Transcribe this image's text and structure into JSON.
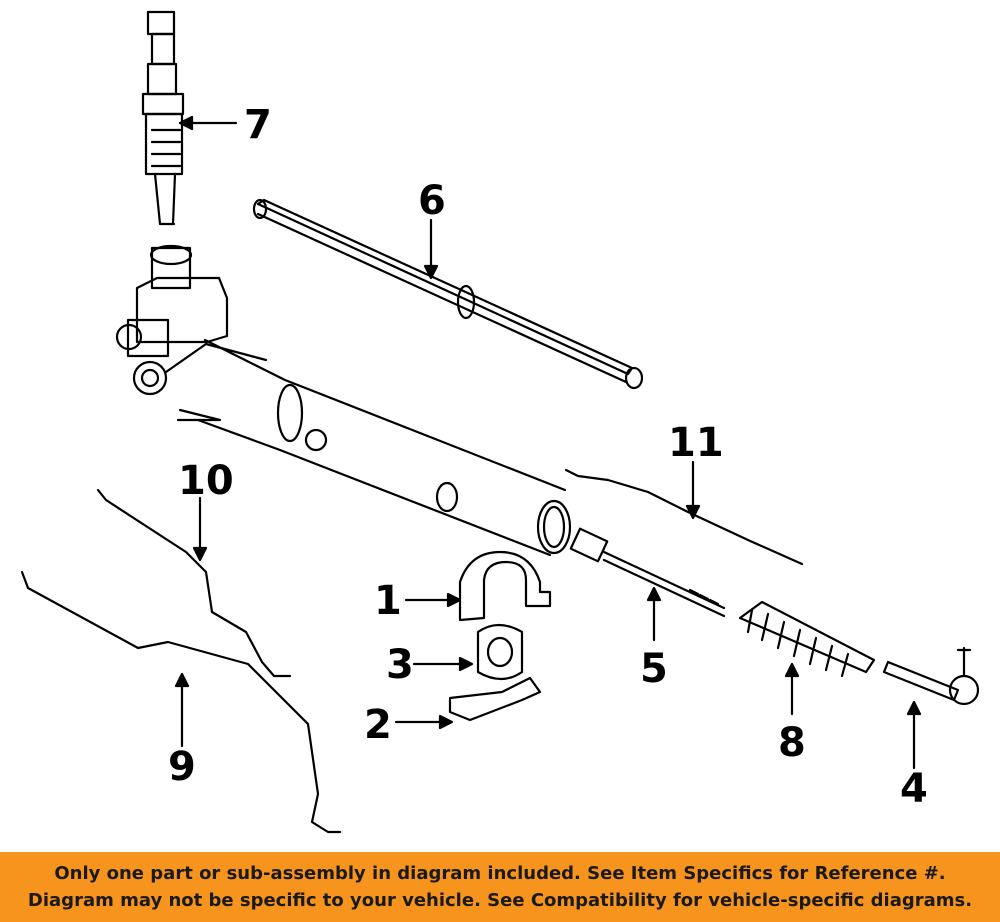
{
  "callouts": [
    "1",
    "2",
    "3",
    "4",
    "5",
    "6",
    "7",
    "8",
    "9",
    "10",
    "11"
  ],
  "banner": {
    "line1": "Only one part or sub-assembly in diagram included. See Item Specifics for Reference #.",
    "line2": "Diagram may not be specific to your vehicle. See Compatibility for vehicle-specific diagrams."
  },
  "colors": {
    "banner_bg": "#f7941d",
    "line_art": "#000000"
  }
}
